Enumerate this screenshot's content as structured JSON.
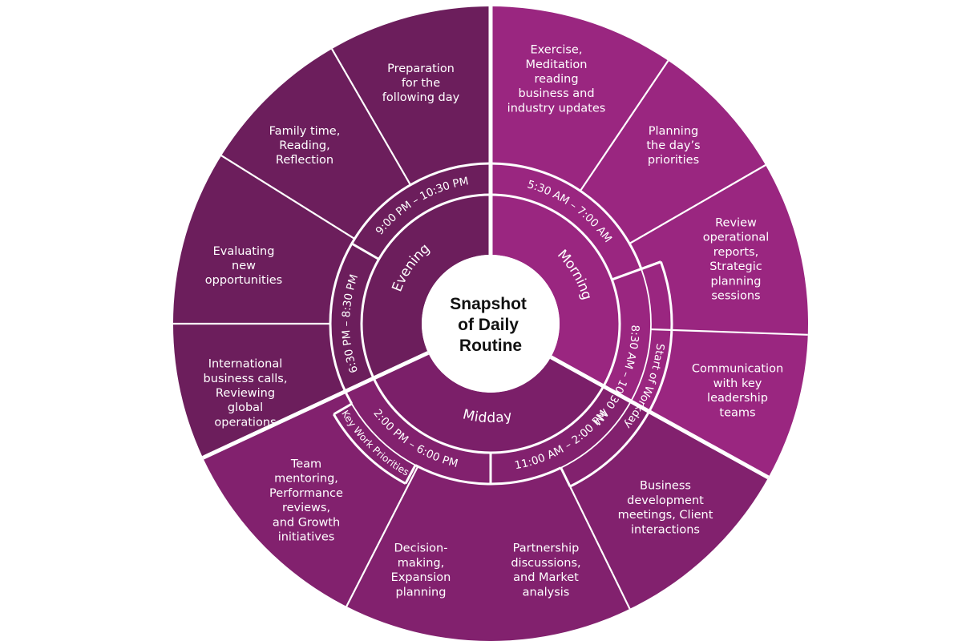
{
  "title_lines": [
    "Snapshot",
    "of Daily",
    "Routine"
  ],
  "colors": {
    "morning_sections": "#9a2680",
    "evening_sections": "#6c1e5c",
    "midday_sections": "#82216e",
    "midday_core": "#7b1f69",
    "divider": "#ffffff",
    "center_fill": "#ffffff",
    "center_text": "#111111",
    "background": "#ffffff"
  },
  "sections": [
    {
      "id": "morning",
      "label": "Morning"
    },
    {
      "id": "midday",
      "label": "Midday"
    },
    {
      "id": "evening",
      "label": "Evening"
    }
  ],
  "time_slots": [
    {
      "id": "morning-early",
      "label": "5:30 AM – 7:00 AM"
    },
    {
      "id": "morning-workday",
      "label": "8:30 AM – 10:30 AM",
      "sub_label": "Start of Workday"
    },
    {
      "id": "midday-late-morning",
      "label": "11:00 AM – 2:00 PM"
    },
    {
      "id": "midday-afternoon",
      "label": "2:00 PM – 6:00 PM",
      "sub_label": "Key Work Priorities"
    },
    {
      "id": "evening-early",
      "label": "6:30 PM – 8:30 PM"
    },
    {
      "id": "evening-night",
      "label": "9:00 PM – 10:30 PM"
    }
  ],
  "activities": [
    {
      "id": "exercise",
      "lines": [
        "Exercise,",
        "Meditation",
        "reading",
        "business and",
        "industry updates"
      ]
    },
    {
      "id": "planning",
      "lines": [
        "Planning",
        "the day’s",
        "priorities"
      ]
    },
    {
      "id": "reports",
      "lines": [
        "Review",
        "operational",
        "reports,",
        "Strategic",
        "planning",
        "sessions"
      ]
    },
    {
      "id": "communication",
      "lines": [
        "Communication",
        "with key",
        "leadership",
        "teams"
      ]
    },
    {
      "id": "business-dev",
      "lines": [
        "Business",
        "development",
        "meetings, Client",
        "interactions"
      ]
    },
    {
      "id": "partnership",
      "lines": [
        "Partnership",
        "discussions,",
        "and Market",
        "analysis"
      ]
    },
    {
      "id": "decision",
      "lines": [
        "Decision-",
        "making,",
        "Expansion",
        "planning"
      ]
    },
    {
      "id": "mentoring",
      "lines": [
        "Team",
        "mentoring,",
        "Performance",
        "reviews,",
        "and Growth",
        "initiatives"
      ]
    },
    {
      "id": "international",
      "lines": [
        "International",
        "business calls,",
        "Reviewing",
        "global",
        "operations"
      ]
    },
    {
      "id": "evaluating",
      "lines": [
        "Evaluating",
        "new",
        "opportunities"
      ]
    },
    {
      "id": "family",
      "lines": [
        "Family time,",
        "Reading,",
        "Reflection"
      ]
    },
    {
      "id": "preparation",
      "lines": [
        "Preparation",
        "for the",
        "following day"
      ]
    }
  ]
}
